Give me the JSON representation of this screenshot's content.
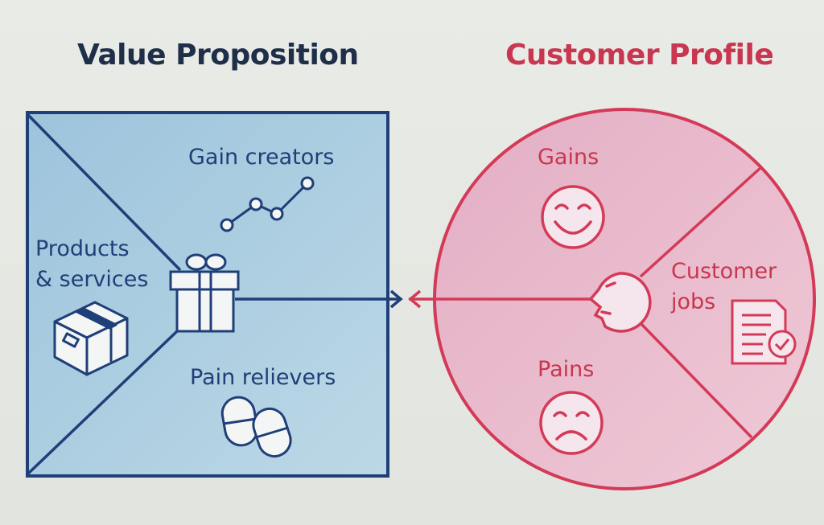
{
  "value_proposition": {
    "title": "Value Proposition",
    "gain_creators": "Gain creators",
    "products_services_line1": "Products",
    "products_services_line2": "& services",
    "pain_relievers": "Pain relievers"
  },
  "customer_profile": {
    "title": "Customer Profile",
    "gains": "Gains",
    "pains": "Pains",
    "customer_jobs_line1": "Customer",
    "customer_jobs_line2": "jobs"
  },
  "colors": {
    "blue_outline": "#1f3f78",
    "blue_fill": "#a9cbe0",
    "red_outline": "#d43a58",
    "red_fill": "#e9b8cb",
    "navy_title": "#1f2f49",
    "red_title": "#c8364f"
  },
  "icons": [
    "line-chart-icon",
    "gift-icon",
    "box-icon",
    "pills-icon",
    "smile-icon",
    "frown-icon",
    "head-icon",
    "document-check-icon"
  ]
}
